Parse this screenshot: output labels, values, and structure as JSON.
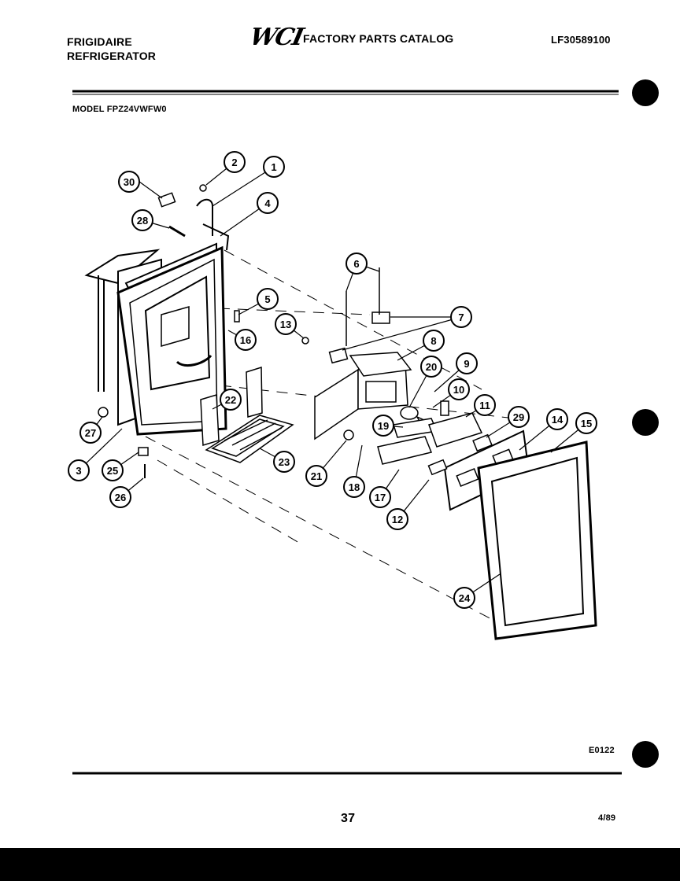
{
  "header": {
    "brand_line1": "FRIGIDAIRE",
    "brand_line2": "REFRIGERATOR",
    "logo": "WCI",
    "catalog_title": "FACTORY PARTS CATALOG",
    "catalog_code": "LF30589100"
  },
  "model_line": "MODEL FPZ24VWFW0",
  "figure_code": "E0122",
  "footer": {
    "page_number": "37",
    "date_code": "4/89"
  },
  "callouts": [
    "1",
    "2",
    "3",
    "4",
    "5",
    "6",
    "7",
    "8",
    "9",
    "10",
    "11",
    "12",
    "13",
    "14",
    "15",
    "16",
    "17",
    "18",
    "19",
    "20",
    "21",
    "22",
    "23",
    "24",
    "25",
    "26",
    "27",
    "28",
    "29",
    "30"
  ],
  "colors": {
    "ink": "#000000",
    "paper": "#ffffff"
  }
}
